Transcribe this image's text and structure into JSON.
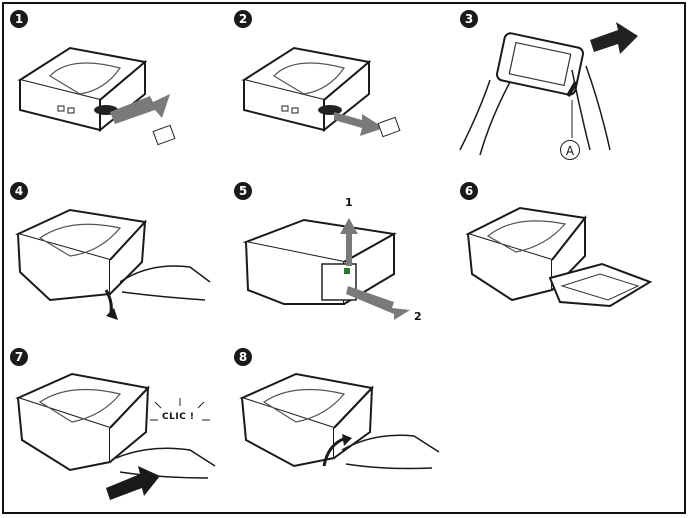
{
  "steps": [
    {
      "number": "1"
    },
    {
      "number": "2"
    },
    {
      "number": "3",
      "callout": "A"
    },
    {
      "number": "4"
    },
    {
      "number": "5",
      "arrow_labels": [
        "1",
        "2"
      ]
    },
    {
      "number": "6"
    },
    {
      "number": "7",
      "sound": "CLIC !"
    },
    {
      "number": "8"
    }
  ],
  "colors": {
    "line": "#1a1a1a",
    "arrow": "#7a7a7a",
    "fill": "#ffffff"
  }
}
